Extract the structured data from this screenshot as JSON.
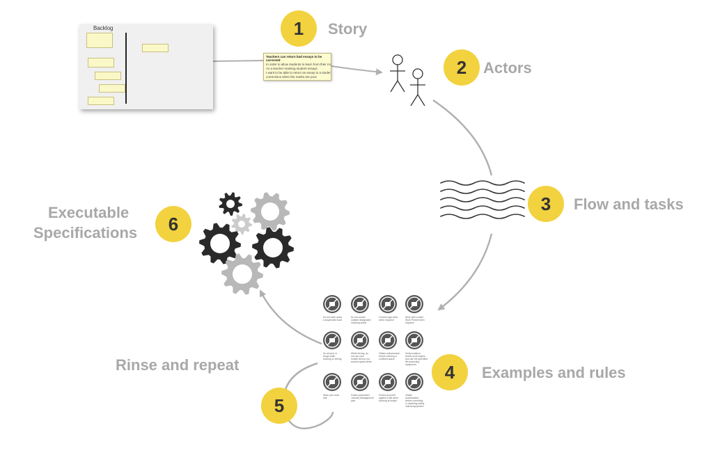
{
  "steps": [
    {
      "number": "1",
      "label": "Story"
    },
    {
      "number": "2",
      "label": "Actors"
    },
    {
      "number": "3",
      "label": "Flow and tasks"
    },
    {
      "number": "4",
      "label": "Examples and rules"
    },
    {
      "number": "5",
      "label": "Rinse and repeat"
    },
    {
      "number": "6",
      "label_line1": "Executable",
      "label_line2": "Specifications"
    }
  ],
  "backlog": {
    "title": "Backlog"
  },
  "story_card": {
    "title": "Teachers can return bad essays to be corrected",
    "lines": [
      "In order to allow students to learn from their mistakes",
      "As a teacher marking student essays",
      "I want to be able to return an essay to a student for",
      "corrections when the marks are poor"
    ]
  },
  "safety_signs": [
    {
      "icon": "no-walking-under-load-icon",
      "caption_1": "Do not walk under",
      "caption_2": "a suspended load"
    },
    {
      "icon": "no-smoking-icon",
      "caption_1": "Do not smoke",
      "caption_2": "outside designated",
      "caption_3": "smoking areas"
    },
    {
      "icon": "gas-test-icon",
      "caption_1": "Conduct gas tests",
      "caption_2": "when required"
    },
    {
      "icon": "work-permit-icon",
      "caption_1": "Work with a valid",
      "caption_2": "Work Permit when",
      "caption_3": "required"
    },
    {
      "icon": "no-alcohol-icon",
      "caption_1": "No alcohol or",
      "caption_2": "drugs while",
      "caption_3": "working or driving"
    },
    {
      "icon": "no-phone-driving-icon",
      "caption_1": "While driving, do",
      "caption_2": "not use your",
      "caption_3": "mobile and do not",
      "caption_4": "exceed speed limits"
    },
    {
      "icon": "confined-space-icon",
      "caption_1": "Obtain authorisation",
      "caption_2": "before entering a",
      "caption_3": "confined space"
    },
    {
      "icon": "isolation-icon",
      "caption_1": "Verify isolation",
      "caption_2": "before work begins",
      "caption_3": "and use the specified",
      "caption_4": "life protecting",
      "caption_5": "equipment"
    },
    {
      "icon": "seat-belt-icon",
      "caption_1": "Wear your seat",
      "caption_2": "belt"
    },
    {
      "icon": "journey-management-icon",
      "caption_1": "Follow prescribed",
      "caption_2": "Journey Management",
      "caption_3": "plan"
    },
    {
      "icon": "fall-protection-icon",
      "caption_1": "Protect yourself",
      "caption_2": "against a fall when",
      "caption_3": "working at height"
    },
    {
      "icon": "override-safety-icon",
      "caption_1": "Obtain",
      "caption_2": "authorisation",
      "caption_3": "before overriding",
      "caption_4": "or disabling safety",
      "caption_5": "critical equipment"
    }
  ],
  "colors": {
    "badge": "#f2d23e",
    "label": "#a8a8a8",
    "arrow": "#b0b0b0",
    "gear_dark": "#2a2a2a",
    "gear_light": "#b8b8b8"
  }
}
